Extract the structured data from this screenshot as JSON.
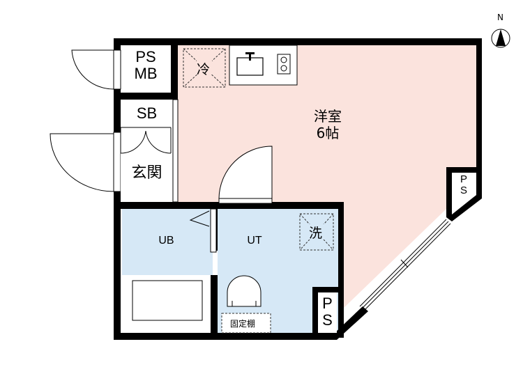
{
  "floorplan": {
    "compass": {
      "label": "N"
    },
    "rooms": {
      "western": {
        "line1": "洋室",
        "line2": "6帖"
      },
      "ps_mb": {
        "line1": "PS",
        "line2": "MB"
      },
      "sb": {
        "label": "SB"
      },
      "entrance": {
        "label": "玄関"
      },
      "ub": {
        "label": "UB"
      },
      "ut": {
        "label": "UT"
      },
      "ps_right": {
        "p": "P",
        "s": "S"
      },
      "ps_bottom": {
        "p": "P",
        "s": "S"
      }
    },
    "symbols": {
      "fridge": "冷",
      "washer": "洗",
      "fixed_shelf": "固定棚"
    },
    "colors": {
      "western_room": "#fbe3dd",
      "wet_area": "#d6e8f6",
      "wall": "#000000"
    }
  }
}
